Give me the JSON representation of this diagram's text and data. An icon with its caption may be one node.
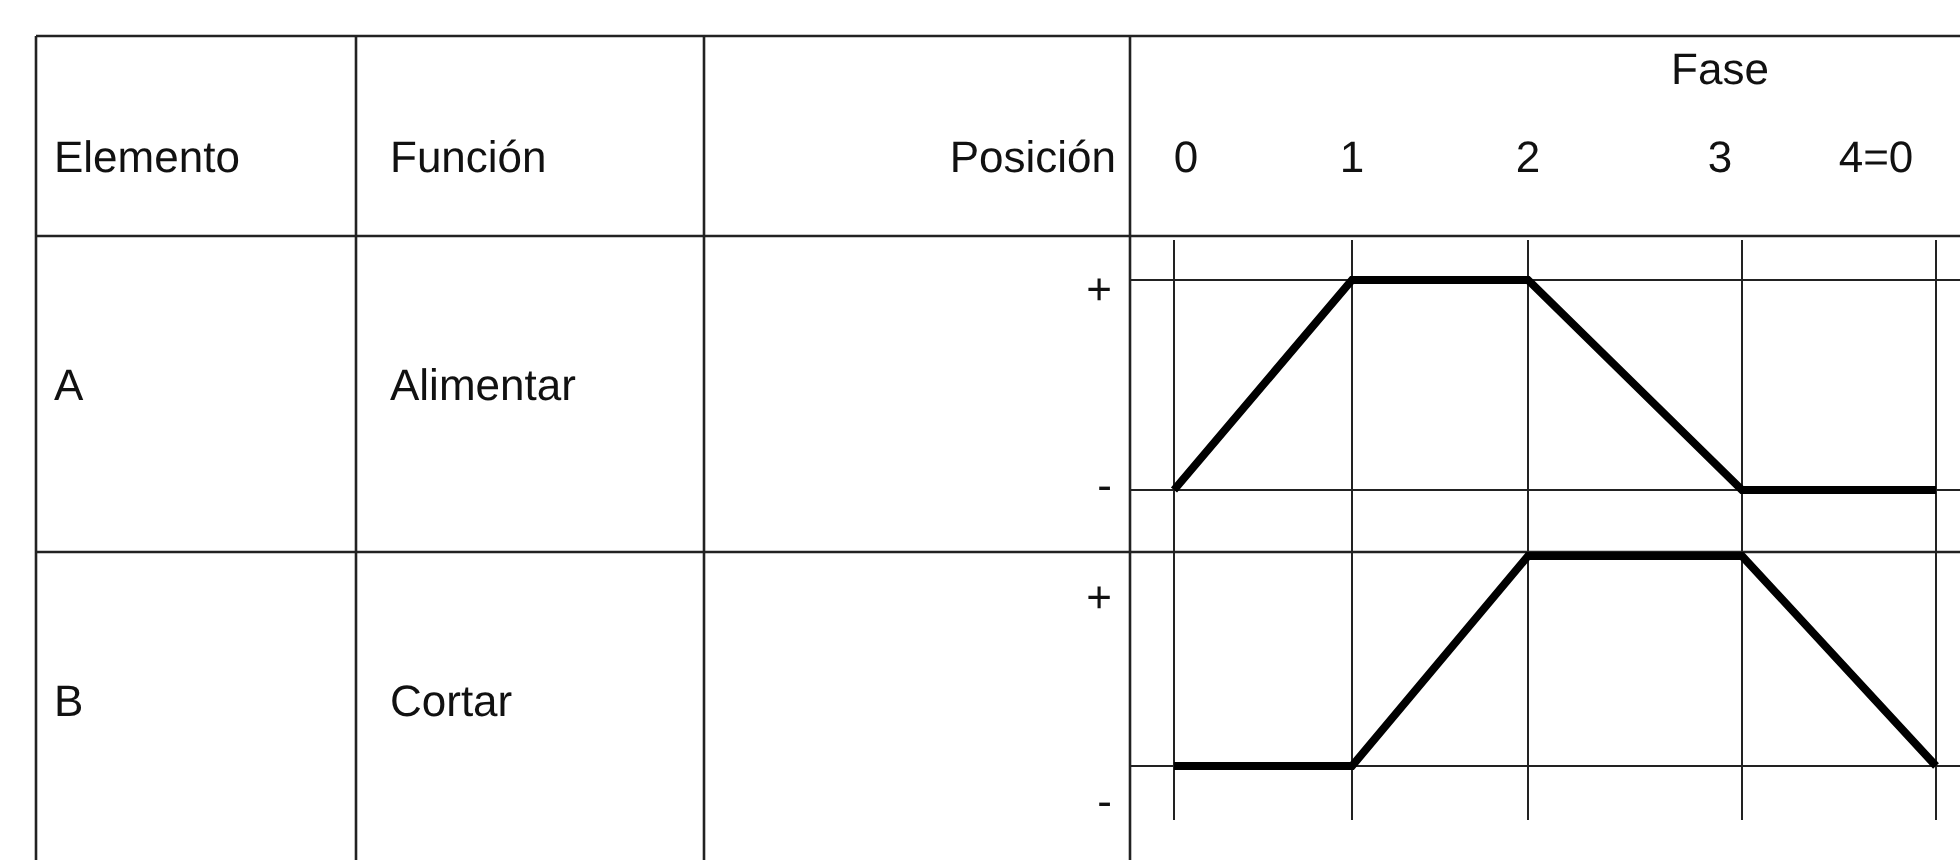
{
  "diagram": {
    "labels": [
      "Fase",
      "Elemento",
      "Función",
      "Posición",
      "0",
      "1",
      "2",
      "3",
      "4=0",
      "A",
      "Alimentar",
      "+",
      "-",
      "B",
      "Cortar",
      "+",
      "-"
    ]
  }
}
